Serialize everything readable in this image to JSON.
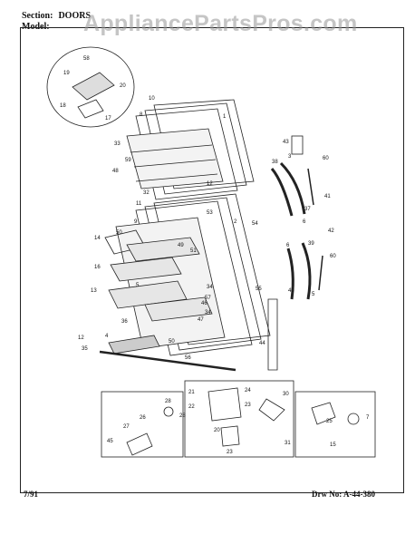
{
  "header": {
    "section_label": "Section:",
    "section_value": "DOORS",
    "model_label": "Model:"
  },
  "watermark": "AppliancePartsPros.com",
  "footer": {
    "date": "7/91",
    "drawing_number": "Drw No: A-44-380"
  },
  "callouts": [
    "1",
    "2",
    "3",
    "4",
    "5",
    "6",
    "7",
    "8",
    "9",
    "10",
    "11",
    "12",
    "13",
    "14",
    "15",
    "16",
    "17",
    "18",
    "19",
    "20",
    "21",
    "22",
    "23",
    "24",
    "25",
    "26",
    "27",
    "28",
    "29",
    "30",
    "31",
    "32",
    "33",
    "34",
    "35",
    "36",
    "37",
    "38",
    "39",
    "40",
    "41",
    "42",
    "43",
    "44",
    "45",
    "46",
    "47",
    "48",
    "49",
    "50",
    "51",
    "52",
    "53",
    "54",
    "55",
    "56",
    "57",
    "58",
    "59",
    "60"
  ]
}
